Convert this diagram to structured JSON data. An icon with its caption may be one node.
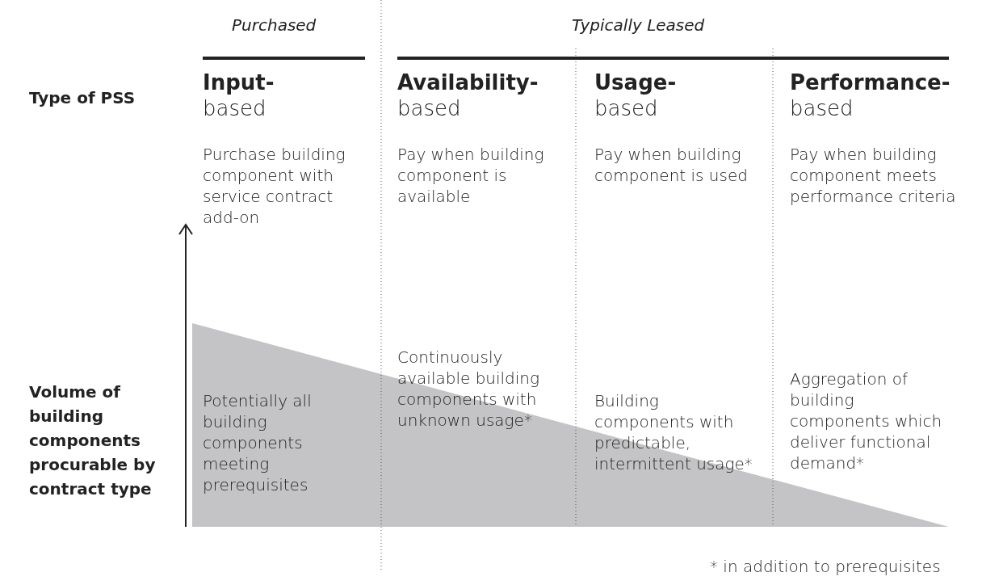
{
  "diagram": {
    "labels": [
      "Purchased",
      "Typically Leased",
      "Type of PSS",
      "**Input-** based",
      "**Availability-** based",
      "**Usage-** based",
      "**Performance-** based",
      "Purchase building component with service contract add-on",
      "Pay when building component is available",
      "Pay when building component is used",
      "Pay when building component meets performance criteria",
      "Volume of building components procurable by contract type",
      "Potentially all building components meeting prerequisites",
      "Continuously available building components with unknown usage*",
      "Building components with predictable, intermittent usage*",
      "Aggregation of building components which deliver functional demand*",
      "* in addition to prerequisites"
    ]
  }
}
